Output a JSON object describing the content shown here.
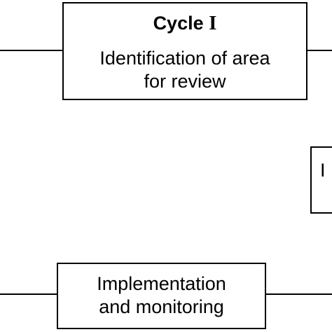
{
  "cycle_box": {
    "title": "Cycle",
    "title_numeral": "I",
    "line1": "Identification of area",
    "line2": "for review"
  },
  "implementation_box": {
    "line1": "Implementation",
    "line2": "and monitoring"
  },
  "partial_box": {
    "text": "I"
  },
  "colors": {
    "stroke": "#000000",
    "background": "#ffffff"
  }
}
